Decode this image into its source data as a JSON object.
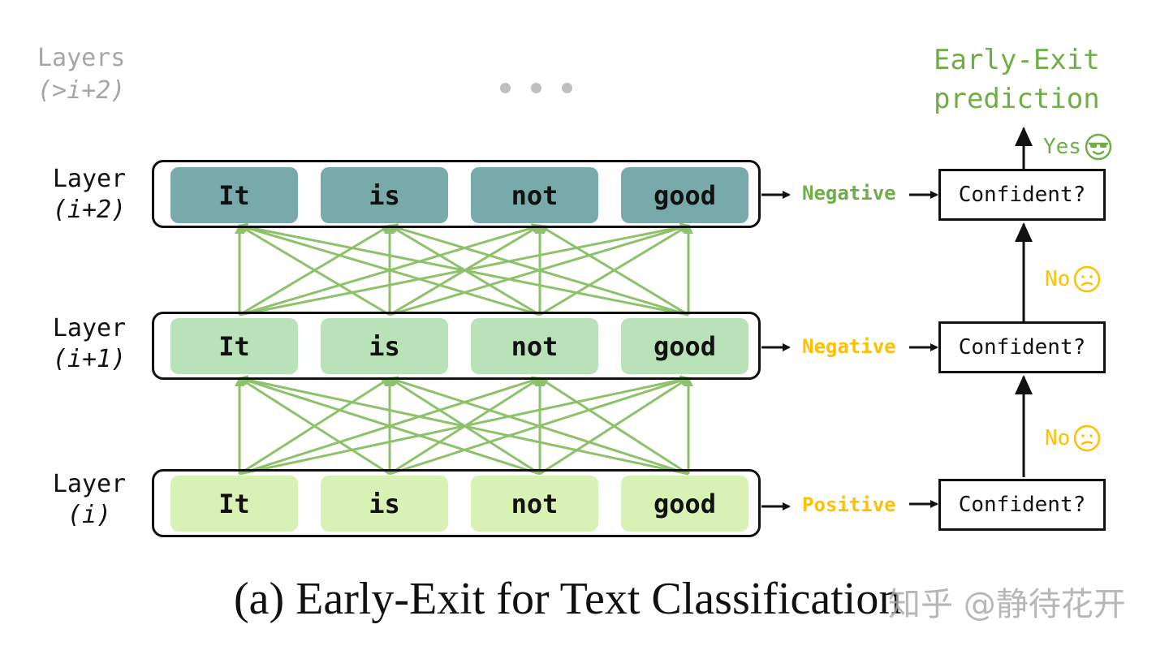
{
  "top_layers": {
    "line1": "Layers",
    "line2": "(>i+2)"
  },
  "ellipsis": "• • •",
  "layers": [
    {
      "label_line1": "Layer",
      "label_line2": "(i+2)",
      "tokens": [
        "It",
        "is",
        "not",
        "good"
      ],
      "token_color": "#79aaab",
      "prediction": "Negative",
      "prediction_color": "#70ad47"
    },
    {
      "label_line1": "Layer",
      "label_line2": "(i+1)",
      "tokens": [
        "It",
        "is",
        "not",
        "good"
      ],
      "token_color": "#b9e2b8",
      "prediction": "Negative",
      "prediction_color": "#ffc000"
    },
    {
      "label_line1": "Layer",
      "label_line2": "(i)",
      "tokens": [
        "It",
        "is",
        "not",
        "good"
      ],
      "token_color": "#d8f2b5",
      "prediction": "Positive",
      "prediction_color": "#ffc000"
    }
  ],
  "confident_boxes": [
    "Confident?",
    "Confident?",
    "Confident?"
  ],
  "feedback": {
    "yes": "Yes",
    "no_upper": "No",
    "no_lower": "No"
  },
  "early_exit": {
    "line1": "Early-Exit",
    "line2": "prediction"
  },
  "caption": "(a)  Early-Exit for Text Classification",
  "watermark": "知乎 @静待花开",
  "colors": {
    "connection_green": "#8dc26a",
    "yes_green": "#70ad47",
    "no_orange": "#ffc000",
    "frame": "#111111"
  },
  "icons": {
    "yes_emoji": "sunglasses-face-icon",
    "no_emoji": "confused-face-icon"
  }
}
